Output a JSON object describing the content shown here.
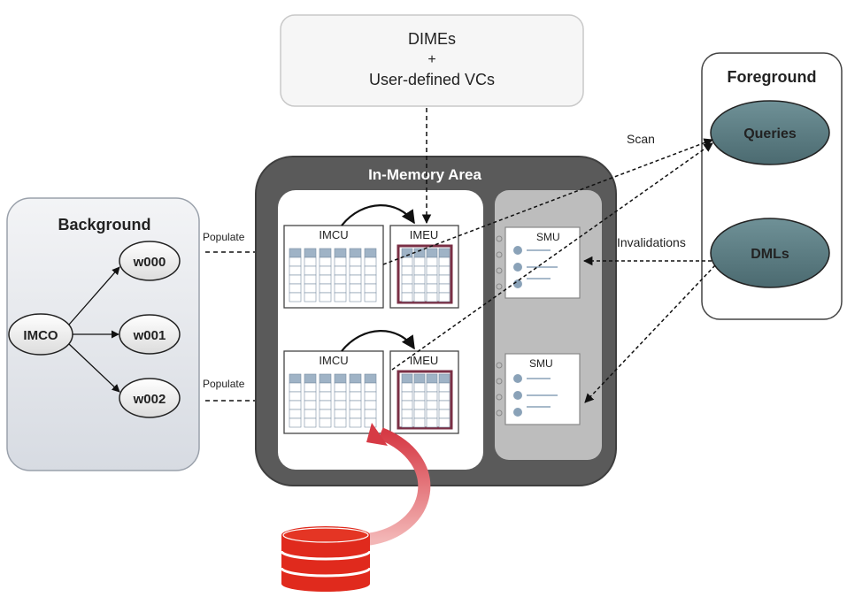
{
  "top_box": {
    "line1": "DIMEs",
    "line2": "+",
    "line3": "User-defined VCs"
  },
  "background": {
    "title": "Background",
    "coordinator": "IMCO",
    "workers": [
      "w000",
      "w001",
      "w002"
    ]
  },
  "populate_label": "Populate",
  "in_memory": {
    "title": "In-Memory Area",
    "imcu_label": "IMCU",
    "imeu_label": "IMEU",
    "smu_label": "SMU"
  },
  "foreground": {
    "title": "Foreground",
    "queries": "Queries",
    "dmls": "DMLs"
  },
  "scan_label": "Scan",
  "invalidations_label": "Invalidations",
  "colors": {
    "background_box": "#e6e8ec",
    "in_memory_dark": "#5a5a5a",
    "smu_panel": "#bdbdbd",
    "foreground_oval": "#5b7c82",
    "imeu_border": "#7a2f45",
    "db_red": "#e02a1d",
    "arrow_red": "#d9434a"
  }
}
